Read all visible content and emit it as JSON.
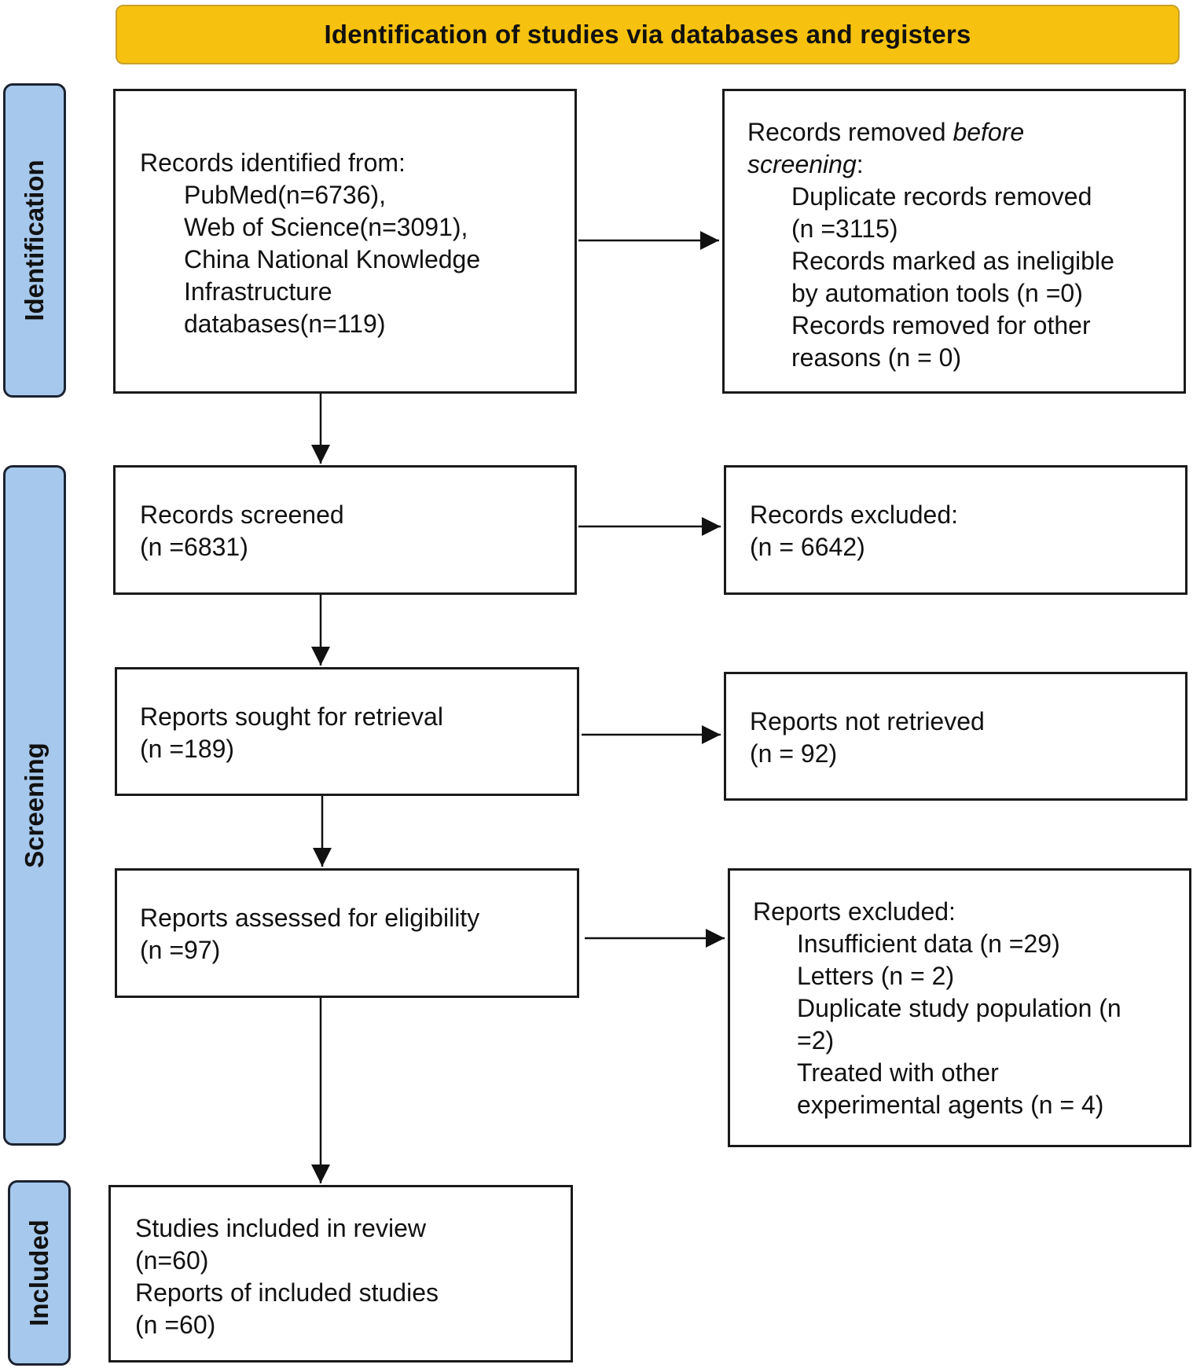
{
  "header": {
    "title": "Identification of studies via databases and registers"
  },
  "phases": {
    "identification": "Identification",
    "screening": "Screening",
    "included": "Included"
  },
  "identified": {
    "heading": "Records identified from:",
    "sources": [
      "PubMed(n=6736),",
      "Web of Science(n=3091),",
      "China National Knowledge",
      "Infrastructure",
      "databases(n=119)"
    ]
  },
  "removed": {
    "heading_part1": "Records removed ",
    "heading_italic": "before",
    "heading_line2_italic": "screening",
    "heading_line2_end": ":",
    "items": [
      "Duplicate records removed",
      "(n =3115)",
      "Records marked as ineligible",
      "by automation tools (n =0)",
      "Records removed for other",
      "reasons (n = 0)"
    ]
  },
  "screened": {
    "label": "Records screened",
    "count": "(n =6831)"
  },
  "excluded_records": {
    "label": "Records excluded:",
    "count": "(n = 6642)"
  },
  "sought": {
    "label": "Reports sought for retrieval",
    "count": "(n =189)"
  },
  "not_retrieved": {
    "label": "Reports not retrieved",
    "count": "(n = 92)"
  },
  "assessed": {
    "label": "Reports assessed for eligibility",
    "count": "(n =97)"
  },
  "reports_excluded": {
    "heading": "Reports excluded:",
    "items": [
      "Insufficient data (n =29)",
      "Letters (n = 2)",
      "Duplicate study population (n",
      "=2)",
      "Treated with other",
      "experimental agents (n = 4)"
    ]
  },
  "included_box": {
    "lines": [
      "Studies included in review",
      "(n=60)",
      "Reports of included studies",
      "(n =60)"
    ]
  }
}
